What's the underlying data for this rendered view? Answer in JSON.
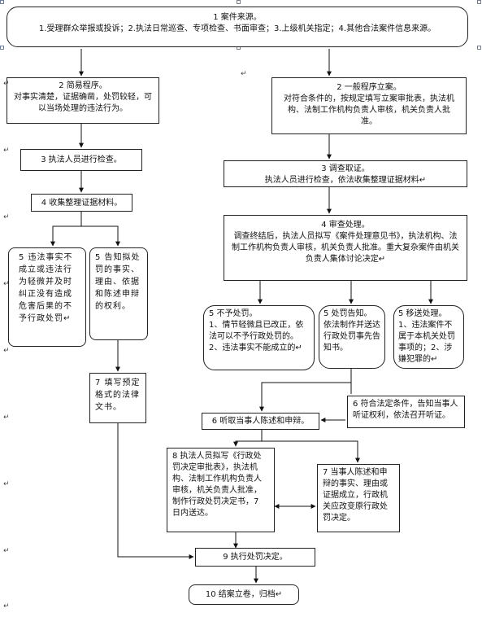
{
  "nodes": {
    "source": "1 案件来源。\n1.受理群众举报或投诉；2.执法日常巡查、专项检查、书面审查；3.上级机关指定；4.其他合法案件信息来源。",
    "simple": "2 简易程序。\n对事实清楚，证据确凿，处罚较轻，可以当场处理的违法行为。",
    "general": "2 一般程序立案。\n对符合条件的，按规定填写立案审批表，执法机构、法制工作机构负责人审核，机关负责人批准。",
    "inspect": "3 执法人员进行检查。",
    "investigate": "3 调查取证。\n执法人员进行检查，依法收集整理证据材料↵",
    "collect": "4 收集整理证据材料。",
    "review": "4 审查处理。\n调查终结后，执法人员拟写《案件处理意见书》，执法机构、法制工作机构负责人审核，机关负责人批准。重大复杂案件由机关负责人集体讨论决定↵",
    "no_penalty_left": "5 违法事实不成立或违法行为轻微并及时纠正没有造成危害后果的不予行政处罚↵",
    "notify_left": "5 告知拟处罚的事实、理由、依据和陈述申辩的权利。",
    "fill_form": "7 填写预定格式的法律文书。",
    "no_penalty": "5 不予处罚。\n1、情节轻微且已改正，依法可以不予行政处罚的。2、违法事实不能成立的↵",
    "penalty_notice": "5 处罚告知。\n依法制作并送达行政处罚事先告知书。",
    "transfer": "5 移送处理。\n1、违法案件不属于本机关处罚事项的；2、涉嫌犯罪的↵",
    "hearing_notice": "6 符合法定条件，告知当事人听证权利，依法召开听证。",
    "listen": "6 听取当事人陈述和申辩。",
    "decision_draft": "8 执法人员拟写《行政处罚决定审批表》，执法机构、法制工作机构负责人审核，机关负责人批准，制作行政处罚决定书，7 日内送达。",
    "statement": "7 当事人陈述和申辩的事实、理由或证据成立，行政机关应改变原行政处罚决定。",
    "execute": "9 执行处罚决定。",
    "close": "10 结案立卷，归档↵"
  },
  "margin_marks": [
    "↵"
  ]
}
